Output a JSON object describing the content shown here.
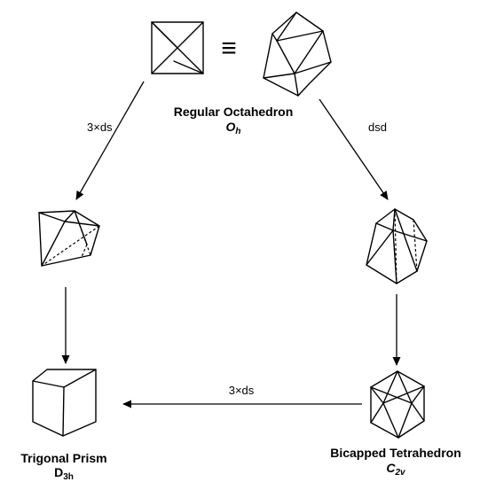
{
  "equivalence_symbol": "≡",
  "octahedron": {
    "name": "Regular Octahedron",
    "symbol": "O",
    "symbol_sub": "h"
  },
  "trigonal_prism": {
    "name": "Trigonal Prism",
    "symbol": "D",
    "symbol_sub": "3h"
  },
  "bicapped_tetrahedron": {
    "name": "Bicapped Tetrahedron",
    "symbol": "C",
    "symbol_sub": "2v"
  },
  "arrows": {
    "left_down": "3×ds",
    "right_down": "dsd",
    "bottom_left": "3×ds"
  }
}
